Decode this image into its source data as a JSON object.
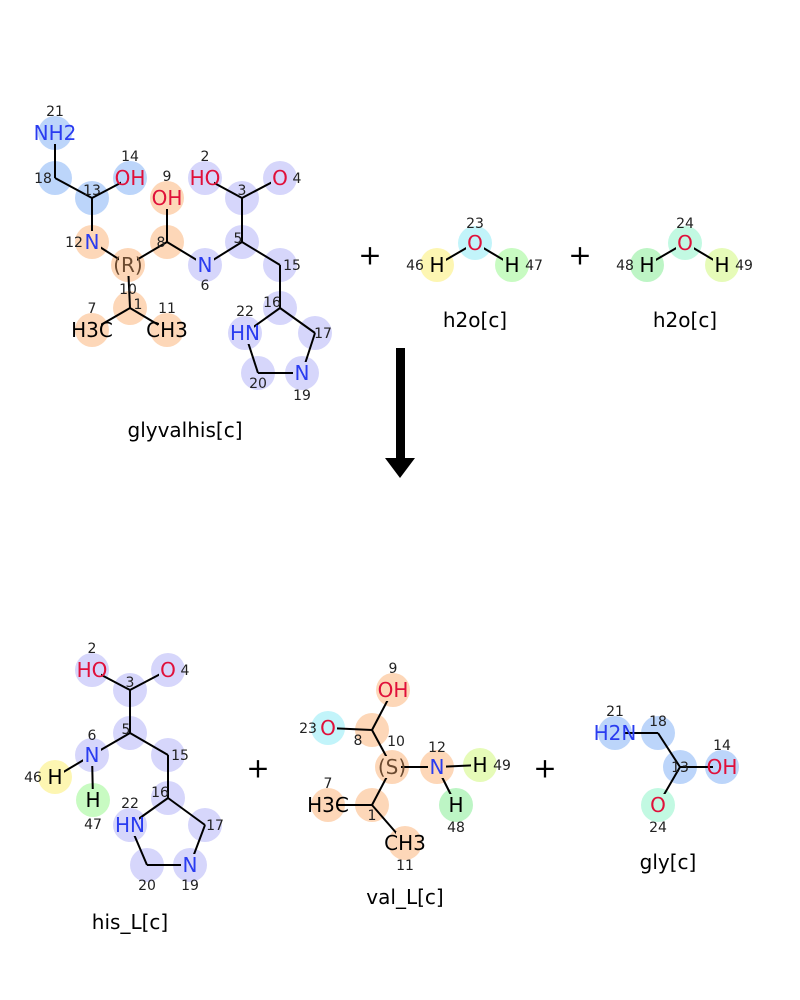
{
  "colors": {
    "his": "#d6d6fb",
    "val": "#fdd7b8",
    "gly": "#bcd5fa",
    "h46": "#fdf6b2",
    "h47": "#c8fbc2",
    "o23": "#c2f4fa",
    "o24": "#c2f9e2",
    "h48": "#bdf5c5",
    "h49": "#e6fbb8",
    "bond": "#000000",
    "N": "#2a3cf0",
    "O": "#e0103a"
  },
  "reactants": [
    {
      "name": "glyvalhis[c]",
      "atoms": [
        {
          "id": "21",
          "sym": "NH2"
        },
        {
          "id": "18",
          "sym": ""
        },
        {
          "id": "13",
          "sym": ""
        },
        {
          "id": "14",
          "sym": "OH"
        },
        {
          "id": "12",
          "sym": "N"
        },
        {
          "id": "10",
          "sym": "(R)"
        },
        {
          "id": "9",
          "sym": "OH"
        },
        {
          "id": "8",
          "sym": ""
        },
        {
          "id": "6",
          "sym": "N"
        },
        {
          "id": "5",
          "sym": ""
        },
        {
          "id": "3",
          "sym": ""
        },
        {
          "id": "2",
          "sym": "HO"
        },
        {
          "id": "4",
          "sym": "O"
        },
        {
          "id": "15",
          "sym": ""
        },
        {
          "id": "16",
          "sym": ""
        },
        {
          "id": "22",
          "sym": "HN"
        },
        {
          "id": "17",
          "sym": ""
        },
        {
          "id": "20",
          "sym": ""
        },
        {
          "id": "19",
          "sym": "N"
        },
        {
          "id": "1",
          "sym": ""
        },
        {
          "id": "7",
          "sym": "H3C"
        },
        {
          "id": "11",
          "sym": "CH3"
        }
      ]
    },
    {
      "name": "h2o[c]",
      "atoms": [
        {
          "id": "46",
          "sym": "H"
        },
        {
          "id": "23",
          "sym": "O"
        },
        {
          "id": "47",
          "sym": "H"
        }
      ]
    },
    {
      "name": "h2o[c]",
      "atoms": [
        {
          "id": "48",
          "sym": "H"
        },
        {
          "id": "24",
          "sym": "O"
        },
        {
          "id": "49",
          "sym": "H"
        }
      ]
    }
  ],
  "products": [
    {
      "name": "his_L[c]",
      "atoms": [
        {
          "id": "2",
          "sym": "HO"
        },
        {
          "id": "4",
          "sym": "O"
        },
        {
          "id": "3",
          "sym": ""
        },
        {
          "id": "5",
          "sym": ""
        },
        {
          "id": "6",
          "sym": "N"
        },
        {
          "id": "15",
          "sym": ""
        },
        {
          "id": "46",
          "sym": "H"
        },
        {
          "id": "47",
          "sym": "H"
        },
        {
          "id": "16",
          "sym": ""
        },
        {
          "id": "22",
          "sym": "HN"
        },
        {
          "id": "17",
          "sym": ""
        },
        {
          "id": "20",
          "sym": ""
        },
        {
          "id": "19",
          "sym": "N"
        }
      ]
    },
    {
      "name": "val_L[c]",
      "atoms": [
        {
          "id": "9",
          "sym": "OH"
        },
        {
          "id": "8",
          "sym": ""
        },
        {
          "id": "23",
          "sym": "O"
        },
        {
          "id": "10",
          "sym": "(S)"
        },
        {
          "id": "12",
          "sym": "N"
        },
        {
          "id": "49",
          "sym": "H"
        },
        {
          "id": "48",
          "sym": "H"
        },
        {
          "id": "1",
          "sym": ""
        },
        {
          "id": "7",
          "sym": "H3C"
        },
        {
          "id": "11",
          "sym": "CH3"
        }
      ]
    },
    {
      "name": "gly[c]",
      "atoms": [
        {
          "id": "21",
          "sym": "H2N"
        },
        {
          "id": "18",
          "sym": ""
        },
        {
          "id": "13",
          "sym": ""
        },
        {
          "id": "14",
          "sym": "OH"
        },
        {
          "id": "24",
          "sym": "O"
        }
      ]
    }
  ],
  "plus": "+"
}
